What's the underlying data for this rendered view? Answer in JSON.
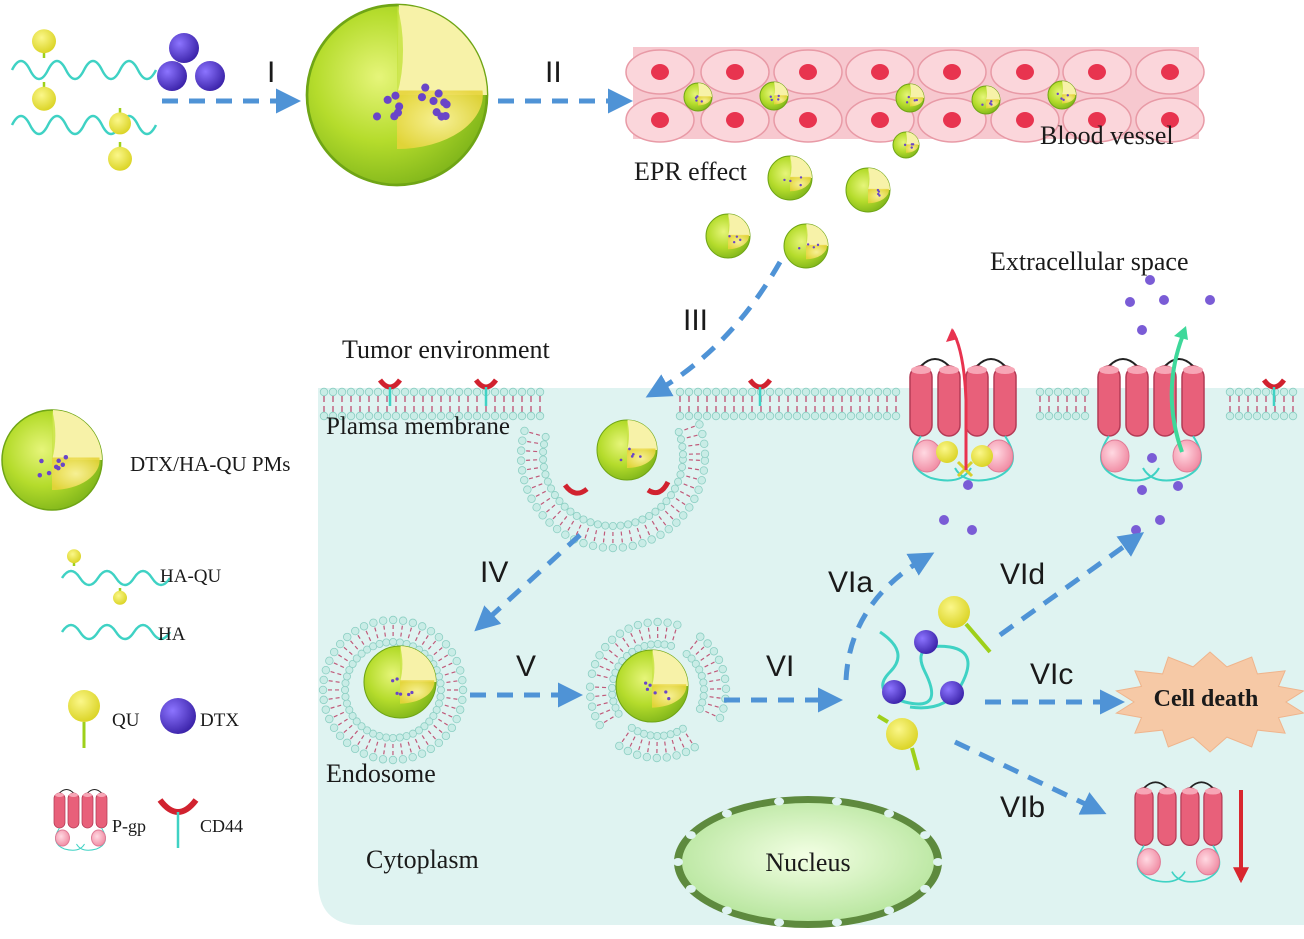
{
  "labels": {
    "blood_vessel": "Blood vessel",
    "epr_effect": "EPR effect",
    "extracellular_space": "Extracellular space",
    "tumor_environment": "Tumor environment",
    "plasma_membrane": "Plamsa membrane",
    "endosome": "Endosome",
    "cytoplasm": "Cytoplasm",
    "nucleus": "Nucleus",
    "cell_death": "Cell death"
  },
  "steps": {
    "s1": "I",
    "s2": "II",
    "s3": "III",
    "s4": "IV",
    "s5": "V",
    "s6": "VI",
    "s6a": "VIa",
    "s6b": "VIb",
    "s6c": "VIc",
    "s6d": "VId"
  },
  "legend": {
    "pms": "DTX/HA-QU PMs",
    "ha_qu": "HA-QU",
    "ha": "HA",
    "qu": "QU",
    "dtx": "DTX",
    "pgp": "P-gp",
    "cd44": "CD44"
  },
  "colors": {
    "cytoplasm": "#dff3f1",
    "micelle_outer": "#a6d51c",
    "micelle_inner": "#f2e34a",
    "drug": "#5b3fc4",
    "arrow": "#4f93d6",
    "vessel": "#f7c2c9",
    "vessel_nucleus": "#e8344f",
    "pgp": "#e8607a",
    "membrane_head": "#c9ece6",
    "ha_chain": "#3fd2c4",
    "death_burst": "#f6c9a6",
    "down_arrow": "#d9262e"
  }
}
